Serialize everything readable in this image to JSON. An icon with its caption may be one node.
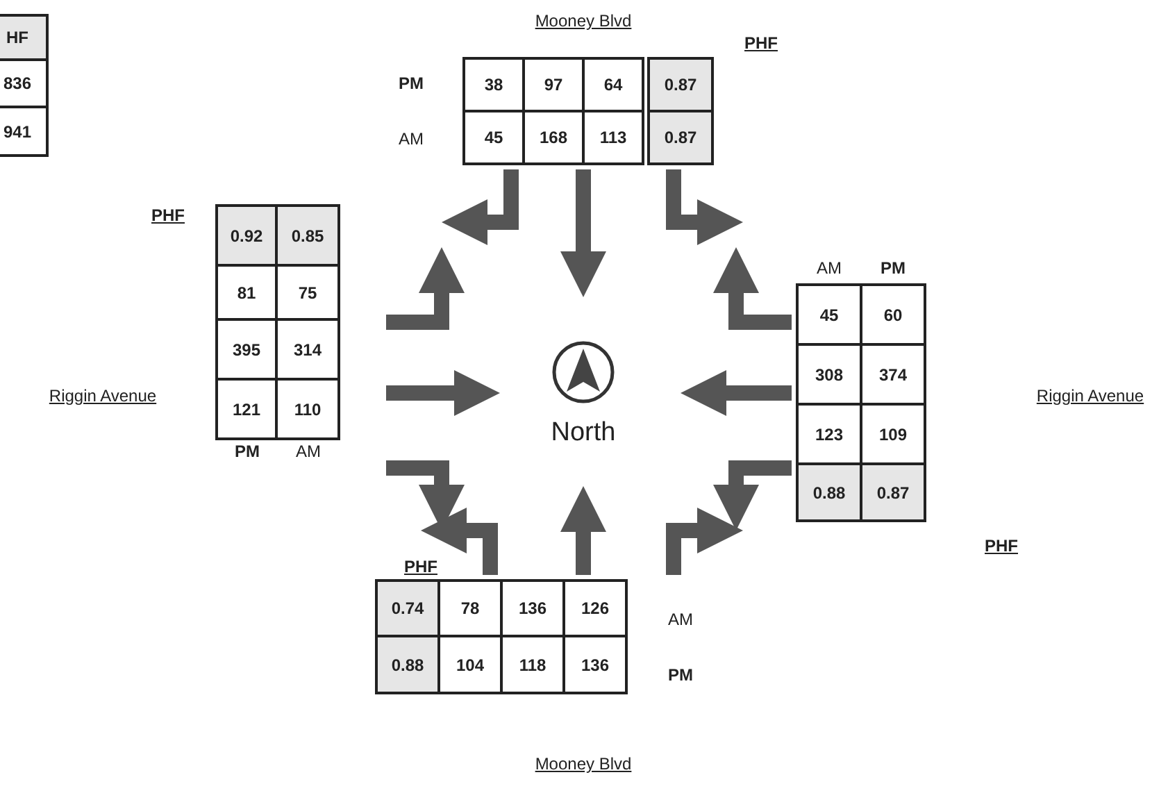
{
  "diagram": {
    "labels": [
      "HF",
      "836",
      "941",
      "Mooney Blvd",
      "PHF",
      "PM",
      "38",
      "97",
      "64",
      "0.87",
      "AM",
      "45",
      "168",
      "113",
      "0.87",
      "PHF",
      "0.92",
      "0.85",
      "81",
      "75",
      "Riggin Avenue",
      "395",
      "314",
      "121",
      "110",
      "PM",
      "AM",
      "AM",
      "PM",
      "45",
      "60",
      "308",
      "374",
      "Riggin Avenue",
      "123",
      "109",
      "0.88",
      "0.87",
      "PHF",
      "North",
      "PHF",
      "0.74",
      "78",
      "136",
      "126",
      "AM",
      "0.88",
      "104",
      "118",
      "136",
      "PM",
      "Mooney Blvd"
    ]
  }
}
